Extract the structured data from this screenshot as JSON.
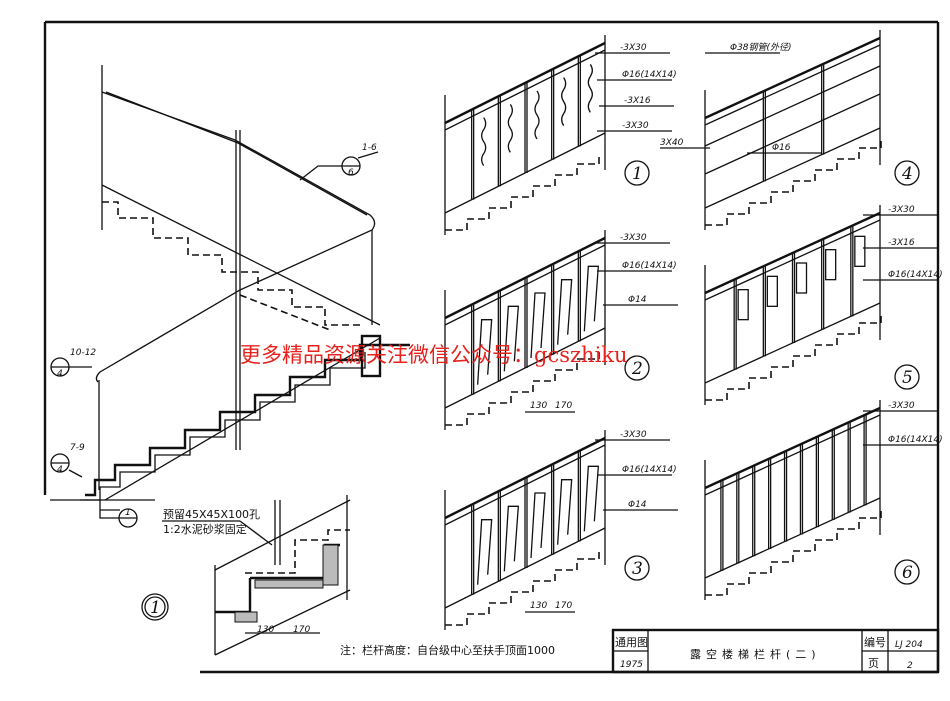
{
  "watermark": "更多精品资源关注微信公众号：gcszhiku",
  "title_block": {
    "series_label": "通用图",
    "year": "1975",
    "title": "露空楼梯栏杆(二)",
    "code_label": "编号",
    "code": "LJ 204",
    "page_label": "页",
    "page": "2"
  },
  "note": "注：栏杆高度：自台级中心至扶手顶面1000",
  "detail_1": {
    "number": "1",
    "callout_top": {
      "ref": "1-6",
      "sheet": "6"
    },
    "callout_mid": {
      "ref": "10-12",
      "sheet": "4"
    },
    "callout_low": {
      "ref": "7-9",
      "sheet": "4"
    },
    "callout_section": "1",
    "hole_note_1": "预留45X45X100孔",
    "hole_note_2": "1:2水泥砂浆固定",
    "dim_a": "130",
    "dim_b": "170"
  },
  "panels": [
    {
      "number": "1",
      "labels": [
        "-3X30",
        "Φ16(14X14)",
        "-3X16",
        "-3X30"
      ]
    },
    {
      "number": "2",
      "labels": [
        "-3X30",
        "Φ16(14X14)",
        "Φ14"
      ],
      "dims": [
        "130",
        "170"
      ]
    },
    {
      "number": "3",
      "labels": [
        "-3X30",
        "Φ16(14X14)",
        "Φ14"
      ],
      "dims": [
        "130",
        "170"
      ]
    },
    {
      "number": "4",
      "labels": [
        "Φ38钢管(外径)",
        "3X40",
        "Φ16"
      ]
    },
    {
      "number": "5",
      "labels": [
        "-3X30",
        "-3X16",
        "Φ16(14X14)"
      ]
    },
    {
      "number": "6",
      "labels": [
        "-3X30",
        "Φ16(14X14)"
      ]
    }
  ],
  "colors": {
    "ink": "#111111",
    "watermark": "#e8211c",
    "paper": "#ffffff"
  }
}
